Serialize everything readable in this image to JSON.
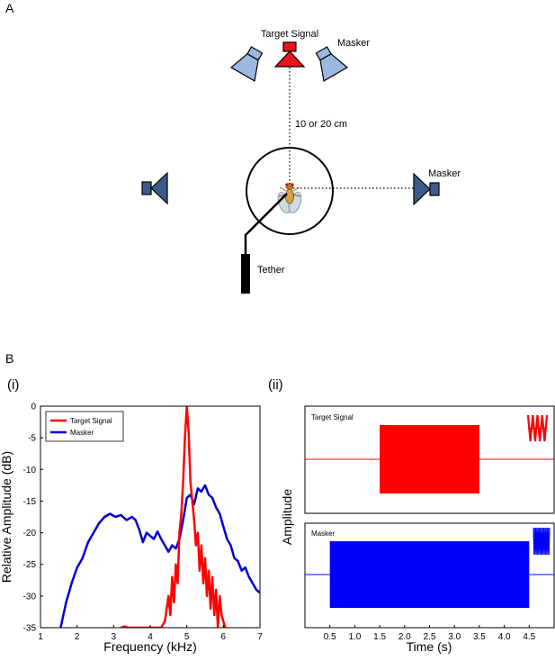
{
  "panels": {
    "a": {
      "label": "A"
    },
    "b": {
      "label": "B",
      "sub_i": "(i)",
      "sub_ii": "(ii)"
    }
  },
  "setup": {
    "target_label": "Target Signal",
    "masker_label_top": "Masker",
    "masker_label_right": "Masker",
    "distance_label": "10 or 20 cm",
    "tether_label": "Tether",
    "colors": {
      "target": "#e8141c",
      "masker_light": "#9ab8e0",
      "masker_dark": "#3c5a8c"
    }
  },
  "chart_data": [
    {
      "type": "line",
      "xlabel": "Frequency (kHz)",
      "ylabel": "Relative Amplitude (dB)",
      "xlim": [
        1,
        7
      ],
      "ylim": [
        -35,
        0
      ],
      "xticks": [
        1,
        2,
        3,
        4,
        5,
        6,
        7
      ],
      "yticks": [
        0,
        -5,
        -10,
        -15,
        -20,
        -25,
        -30,
        -35
      ],
      "legend": "top-left",
      "series": [
        {
          "name": "Target Signal",
          "color": "#ff0000",
          "x": [
            3.2,
            3.3,
            3.4,
            4.3,
            4.4,
            4.5,
            4.55,
            4.6,
            4.65,
            4.7,
            4.75,
            4.8,
            4.85,
            4.9,
            4.95,
            5.0,
            5.05,
            5.1,
            5.15,
            5.2,
            5.25,
            5.3,
            5.35,
            5.4,
            5.45,
            5.5,
            5.55,
            5.6,
            5.65,
            5.7,
            5.75,
            5.8,
            5.85,
            5.9,
            5.95,
            6.0,
            6.05
          ],
          "y": [
            -35,
            -34.8,
            -35,
            -35,
            -34,
            -30,
            -33,
            -27,
            -31,
            -25,
            -28,
            -20,
            -17,
            -12,
            -5,
            0,
            -4,
            -12,
            -15,
            -18,
            -22,
            -20,
            -26,
            -22,
            -28,
            -24,
            -30,
            -26,
            -32,
            -27,
            -33,
            -29,
            -35,
            -30,
            -33,
            -34,
            -35
          ]
        },
        {
          "name": "Masker",
          "color": "#0000d0",
          "x": [
            1.55,
            1.7,
            1.85,
            2.0,
            2.15,
            2.3,
            2.45,
            2.6,
            2.75,
            2.9,
            3.05,
            3.2,
            3.35,
            3.5,
            3.6,
            3.7,
            3.8,
            3.9,
            4.0,
            4.1,
            4.2,
            4.3,
            4.4,
            4.5,
            4.6,
            4.7,
            4.8,
            4.9,
            5.0,
            5.1,
            5.2,
            5.3,
            5.4,
            5.5,
            5.6,
            5.7,
            5.8,
            5.9,
            6.0,
            6.1,
            6.2,
            6.3,
            6.4,
            6.5,
            6.6,
            6.7,
            6.8,
            6.9,
            7.0
          ],
          "y": [
            -35,
            -31,
            -28,
            -25.5,
            -24,
            -21.5,
            -20,
            -18.5,
            -17.5,
            -17,
            -17.5,
            -17.2,
            -18,
            -17.5,
            -18,
            -19.5,
            -21.5,
            -20,
            -20.5,
            -21,
            -19.8,
            -21,
            -22,
            -23,
            -22,
            -22.5,
            -21,
            -18,
            -14.5,
            -14,
            -15.5,
            -13,
            -13.5,
            -12.5,
            -14,
            -14.5,
            -16,
            -17,
            -19,
            -21,
            -22,
            -24,
            -24.5,
            -26,
            -25.5,
            -27,
            -28,
            -29,
            -29.5
          ]
        }
      ]
    },
    {
      "type": "line",
      "xlabel": "Time (s)",
      "ylabel": "Amplitude",
      "xlim": [
        0,
        5
      ],
      "xticks": [
        0.5,
        1.0,
        1.5,
        2.0,
        2.5,
        3.0,
        3.5,
        4.0,
        4.5
      ],
      "xtick_labels": [
        "0.5",
        "1.0",
        "1.5",
        "2.0",
        "2.5",
        "3.0",
        "3.5",
        "4.0",
        "4.5"
      ],
      "series": [
        {
          "name": "Target Signal",
          "color": "#ff0000",
          "on": [
            1.5,
            3.5
          ]
        },
        {
          "name": "Masker",
          "color": "#0000ff",
          "on": [
            0.5,
            4.5
          ]
        }
      ]
    }
  ]
}
